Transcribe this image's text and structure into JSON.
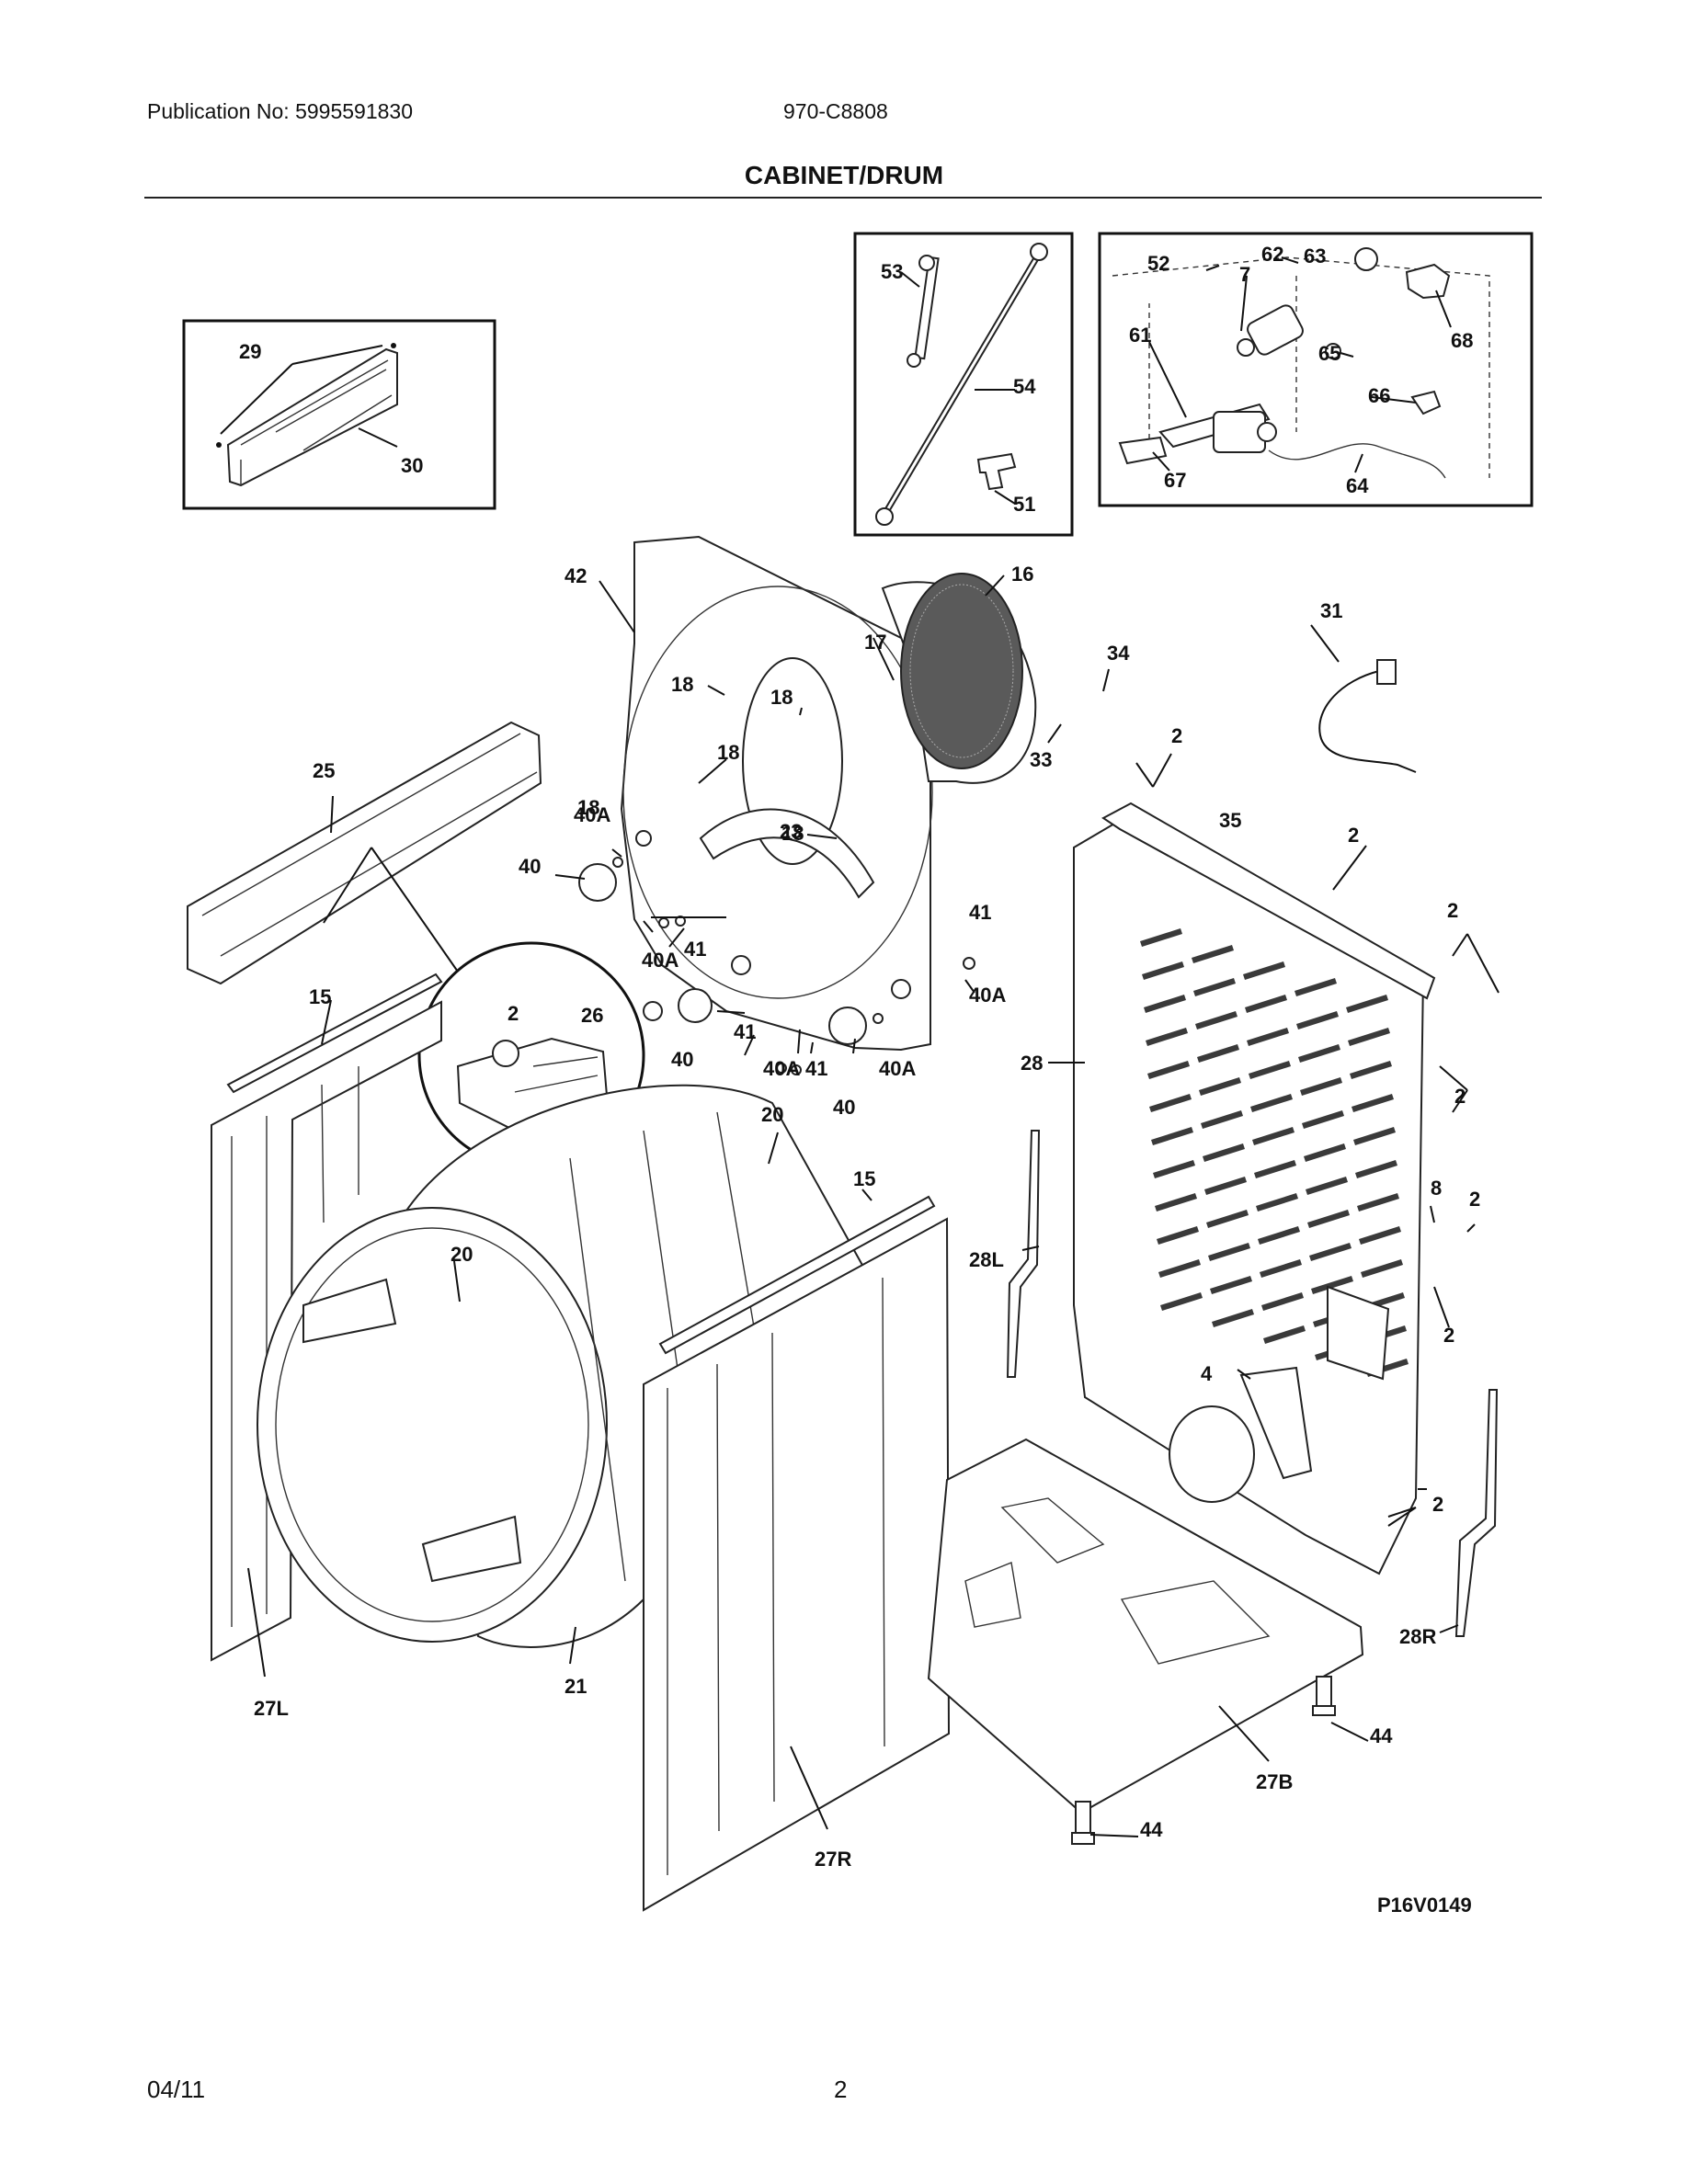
{
  "header": {
    "publication": "Publication No: 5995591830",
    "model": "970-C8808",
    "title": "CABINET/DRUM"
  },
  "diagram": {
    "code": "P16V0149",
    "callouts": [
      "29",
      "30",
      "53",
      "54",
      "51",
      "52",
      "62",
      "63",
      "7",
      "61",
      "68",
      "65",
      "66",
      "67",
      "64",
      "42",
      "16",
      "17",
      "31",
      "34",
      "33",
      "18",
      "18",
      "18",
      "18",
      "23",
      "18",
      "40A",
      "40",
      "40A",
      "41",
      "41",
      "40A",
      "40",
      "40A",
      "41",
      "40A",
      "40",
      "25",
      "2",
      "26",
      "2",
      "35",
      "2",
      "2",
      "41",
      "15",
      "20",
      "15",
      "20",
      "28",
      "28L",
      "2",
      "8",
      "2",
      "4",
      "2",
      "2",
      "27L",
      "21",
      "27R",
      "27B",
      "44",
      "44",
      "28R"
    ]
  },
  "footer": {
    "date": "04/11",
    "page": "2"
  }
}
